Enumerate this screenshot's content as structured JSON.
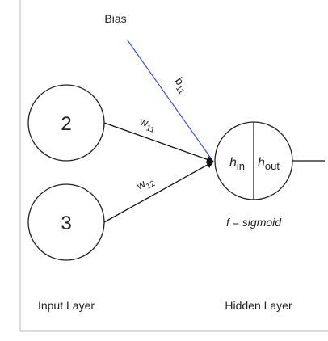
{
  "diagram": {
    "bias_label": "Bias",
    "input_nodes": [
      {
        "value": "2"
      },
      {
        "value": "3"
      }
    ],
    "hidden_node": {
      "left_main": "h",
      "left_sub": "in",
      "right_main": "h",
      "right_sub": "out"
    },
    "edges": {
      "bias": {
        "main": "b",
        "sub": "11"
      },
      "w11": {
        "main": "w",
        "sub": "11"
      },
      "w12": {
        "main": "w",
        "sub": "12"
      }
    },
    "activation": "f = sigmoid",
    "layer_labels": {
      "input": "Input Layer",
      "hidden": "Hidden Layer"
    },
    "colors": {
      "bias_edge": "#3a4fe0",
      "edge": "#111111",
      "frame": "#d0d0d0"
    }
  }
}
